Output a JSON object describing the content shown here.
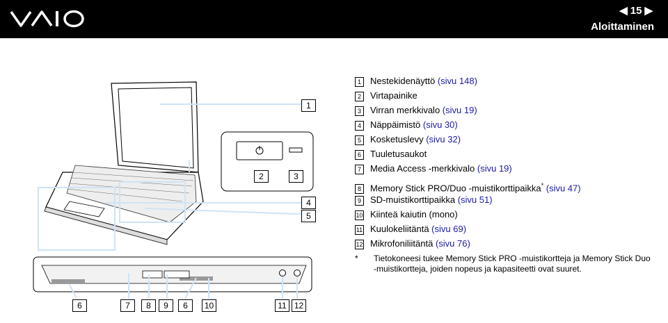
{
  "header": {
    "brand": "VAIO",
    "page_number": "15",
    "prev_icon": "prev-page-arrow",
    "next_icon": "next-page-arrow",
    "section_title": "Aloittaminen"
  },
  "legend": [
    {
      "num": "1",
      "text": "Nestekidenäyttö ",
      "link": "(sivu 148)"
    },
    {
      "num": "2",
      "text": "Virtapainike",
      "link": ""
    },
    {
      "num": "3",
      "text": "Virran merkkivalo ",
      "link": "(sivu 19)"
    },
    {
      "num": "4",
      "text": "Näppäimistö ",
      "link": "(sivu 30)"
    },
    {
      "num": "5",
      "text": "Kosketuslevy ",
      "link": "(sivu 32)"
    },
    {
      "num": "6",
      "text": "Tuuletusaukot",
      "link": ""
    },
    {
      "num": "7",
      "text": "Media Access -merkkivalo ",
      "link": "(sivu 19)"
    },
    {
      "num": "8",
      "text": "Memory Stick PRO/Duo -muistikorttipaikka",
      "sup": "*",
      "link": " (sivu 47)"
    },
    {
      "num": "9",
      "text": "SD-muistikorttipaikka ",
      "link": "(sivu 51)"
    },
    {
      "num": "10",
      "text": "Kiinteä kaiutin (mono)",
      "link": ""
    },
    {
      "num": "11",
      "text": "Kuulokeliitäntä ",
      "link": "(sivu 69)"
    },
    {
      "num": "12",
      "text": "Mikrofoniliitäntä ",
      "link": "(sivu 76)"
    }
  ],
  "footnote": {
    "mark": "*",
    "text": "Tietokoneesi tukee Memory Stick PRO -muistikortteja ja Memory Stick Duo -muistikortteja, joiden nopeus ja kapasiteetti ovat suuret."
  },
  "figure": {
    "callouts_top": [
      "1",
      "2",
      "3",
      "4",
      "5"
    ],
    "callouts_bottom": [
      "6",
      "7",
      "8",
      "9",
      "6",
      "10",
      "11",
      "12"
    ]
  }
}
